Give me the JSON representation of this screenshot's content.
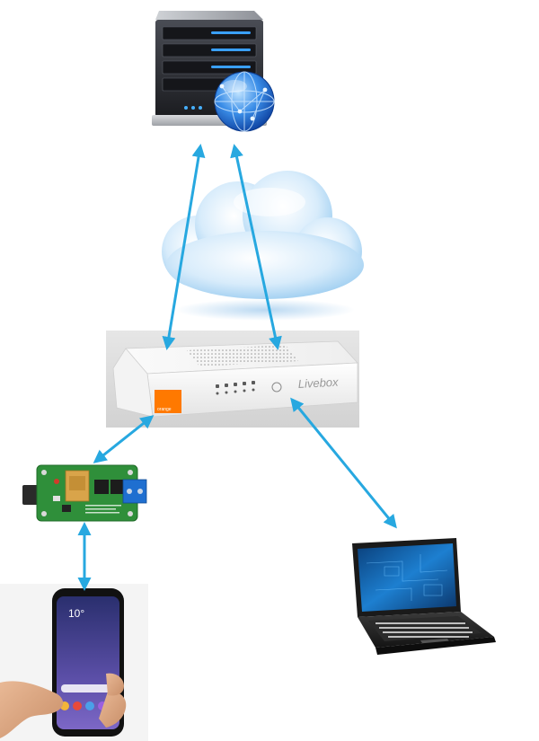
{
  "router": {
    "brand_label": "Livebox",
    "logo_text": "orange"
  },
  "phone": {
    "clock": "10°"
  },
  "colors": {
    "arrow": "#27a8e0",
    "orange_brand": "#ff7900",
    "server_led": "#3aa0ff"
  },
  "icons": [
    "server-icon",
    "globe-icon",
    "cloud-icon",
    "router-icon",
    "circuit-board-icon",
    "smartphone-icon",
    "laptop-icon"
  ]
}
